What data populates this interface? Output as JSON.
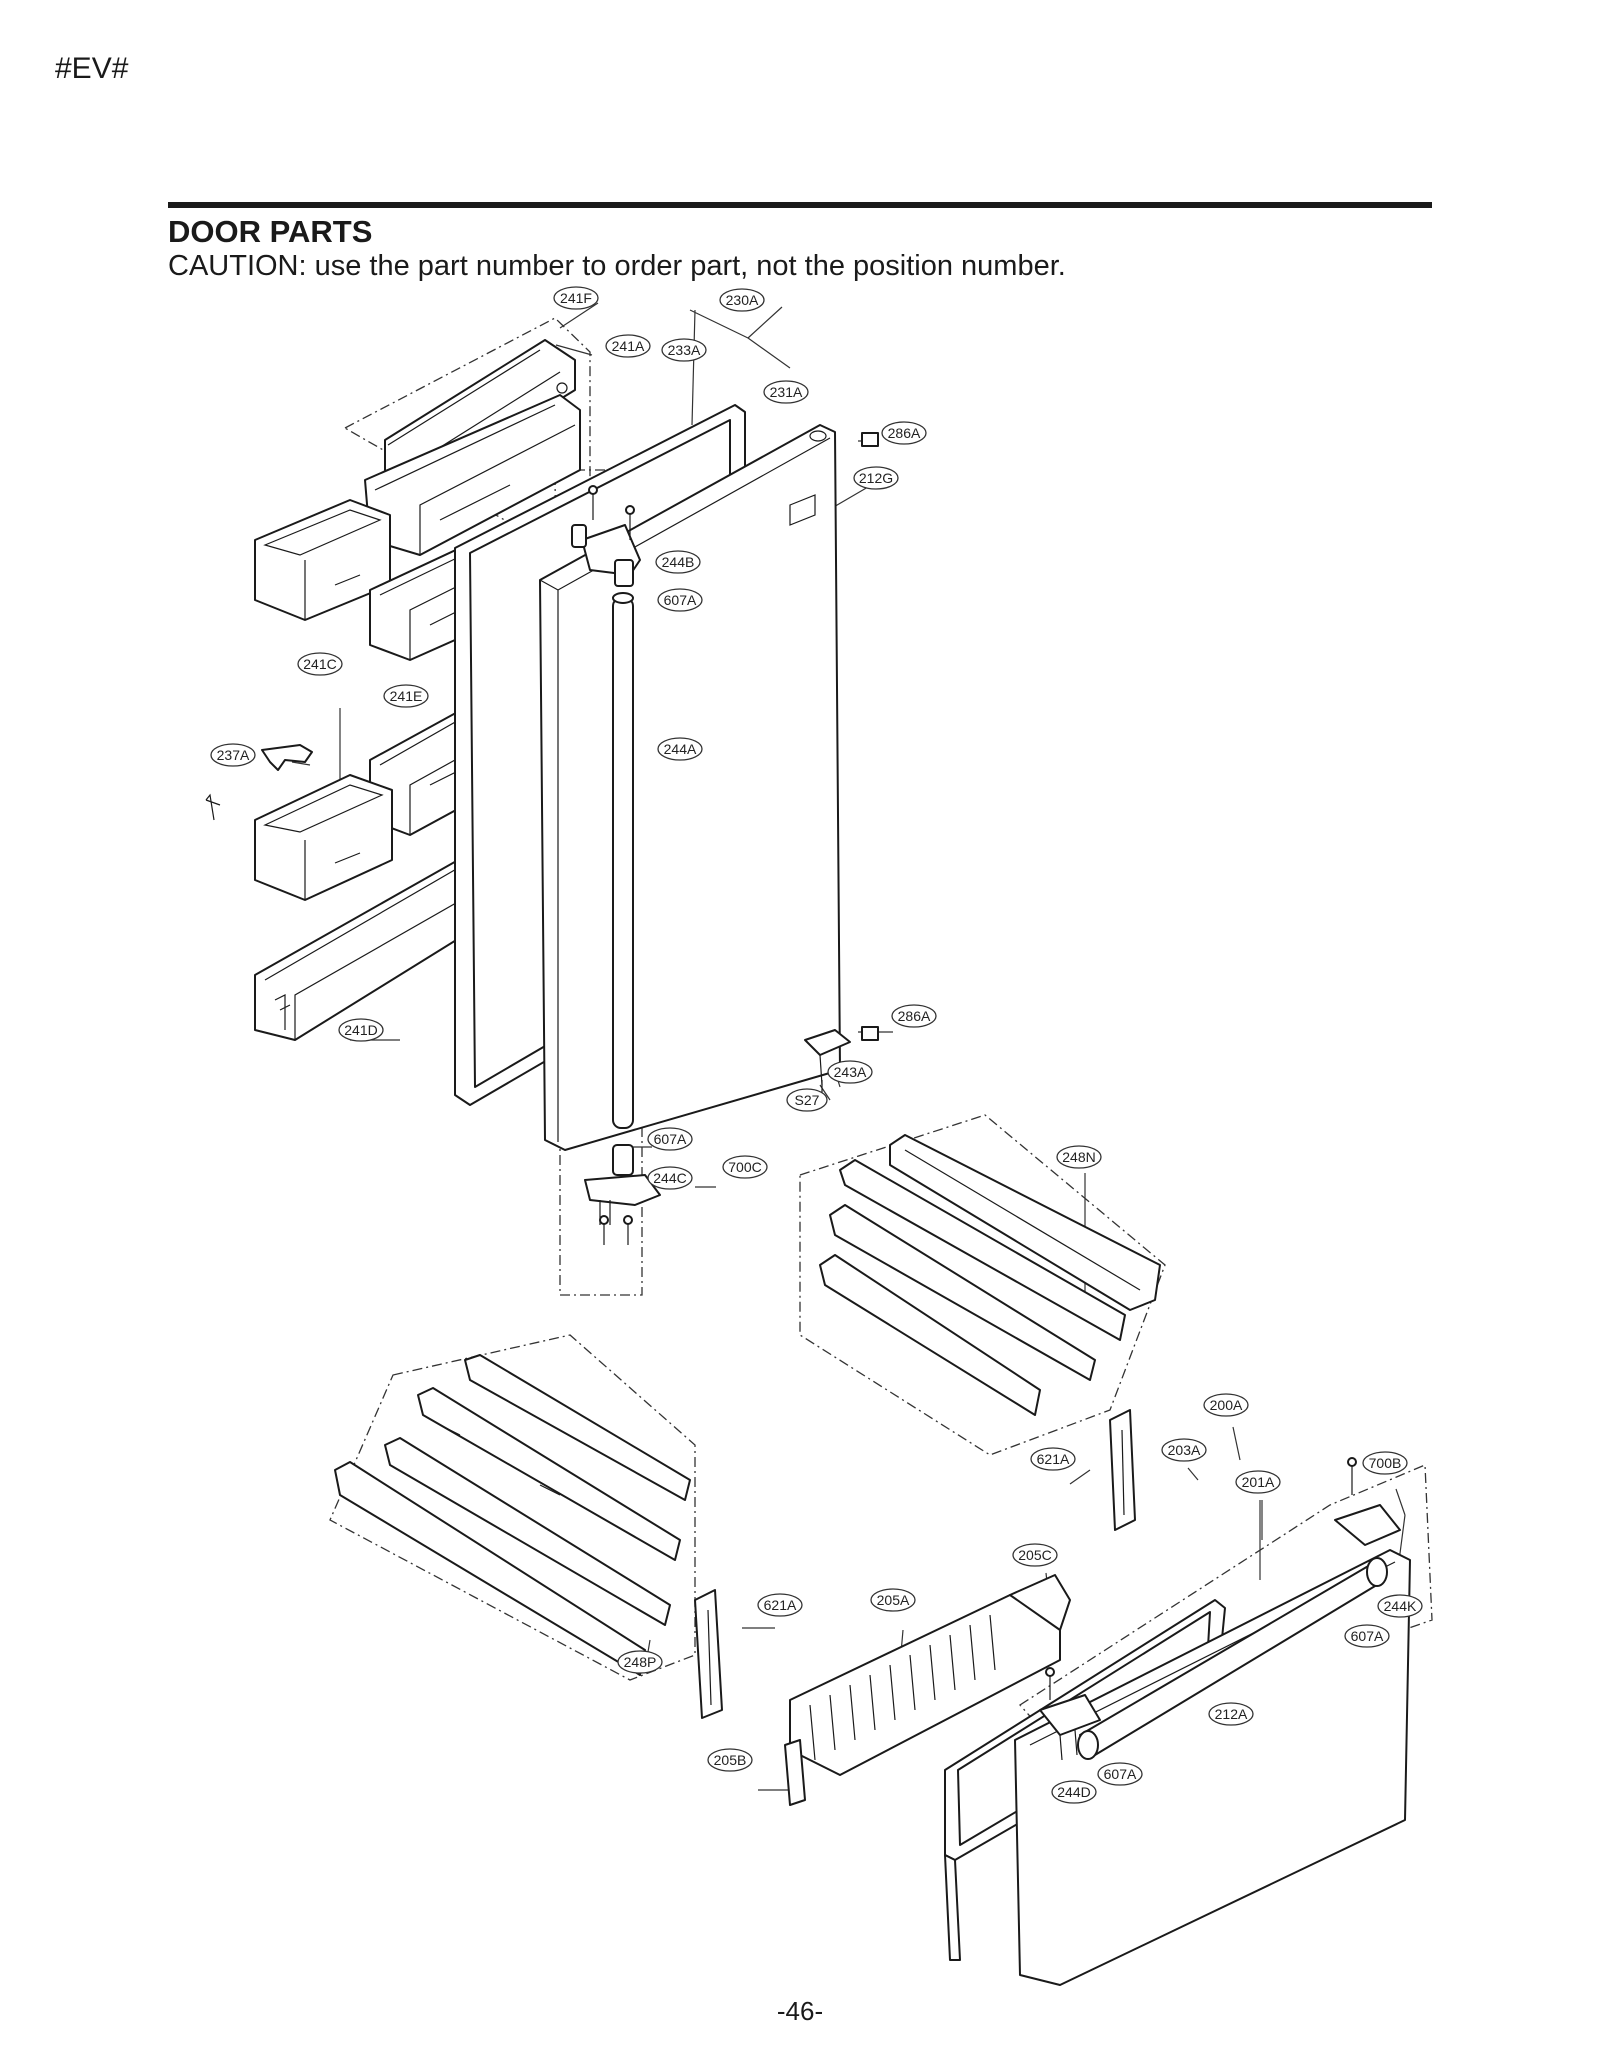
{
  "page_code": "#EV#",
  "heading": "DOOR PARTS",
  "caution": "CAUTION: use the part number to order part, not the position number.",
  "page_number": "-46-",
  "callouts": [
    "241F",
    "241A",
    "233A",
    "230A",
    "231A",
    "286A",
    "212G",
    "244B",
    "607A",
    "241C",
    "241E",
    "237A",
    "244A",
    "241D",
    "286A",
    "243A",
    "S27",
    "607A",
    "244C",
    "700C",
    "248N",
    "200A",
    "621A",
    "203A",
    "201A",
    "700B",
    "205C",
    "244K",
    "621A",
    "205A",
    "607A",
    "248P",
    "212A",
    "205B",
    "607A",
    "244D"
  ]
}
